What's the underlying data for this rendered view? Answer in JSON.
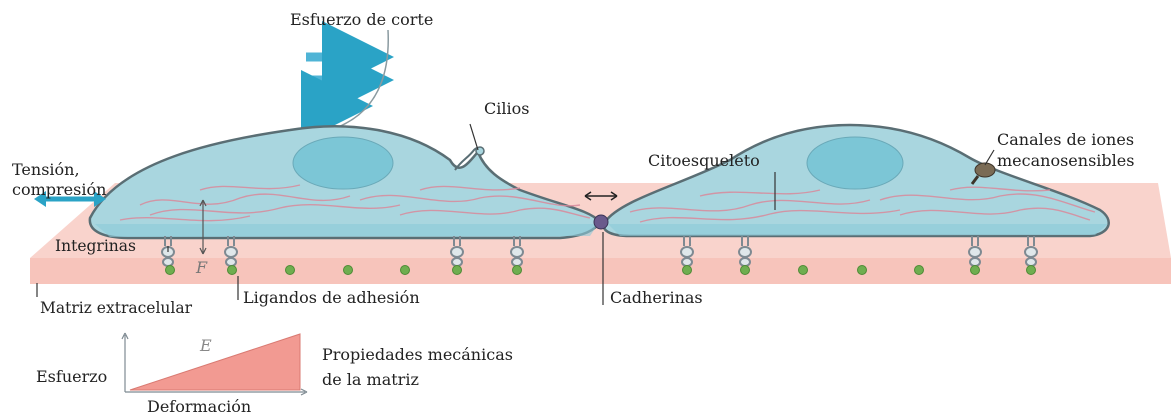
{
  "labels": {
    "shear_stress": "Esfuerzo de corte",
    "cilia": "Cilios",
    "tension_line1": "Tensión,",
    "tension_line2": "compresión",
    "cytoskeleton": "Citoesqueleto",
    "ion_channels_line1": "Canales de iones",
    "ion_channels_line2": "mecanosensibles",
    "integrins": "Integrinas",
    "force_symbol": "F",
    "ecm": "Matriz extracelular",
    "adhesion_ligands": "Ligandos de adhesión",
    "cadherins": "Cadherinas",
    "stress_axis": "Esfuerzo",
    "modulus_symbol": "E",
    "matrix_props_line1": "Propiedades mecánicas",
    "matrix_props_line2": "de la matriz",
    "strain_axis": "Deformación"
  },
  "colors": {
    "matrix": "#f9d3cc",
    "cell_fill": "#a9d6df",
    "cell_stroke": "#5a6e74",
    "nucleus": "#7cc6d6",
    "arrow_teal": "#2aa3c6",
    "cytoskeleton": "#d98a9c",
    "integrin": "#7e8a92",
    "ligand": "#6fae4f",
    "stress_triangle": "#f29a92"
  }
}
